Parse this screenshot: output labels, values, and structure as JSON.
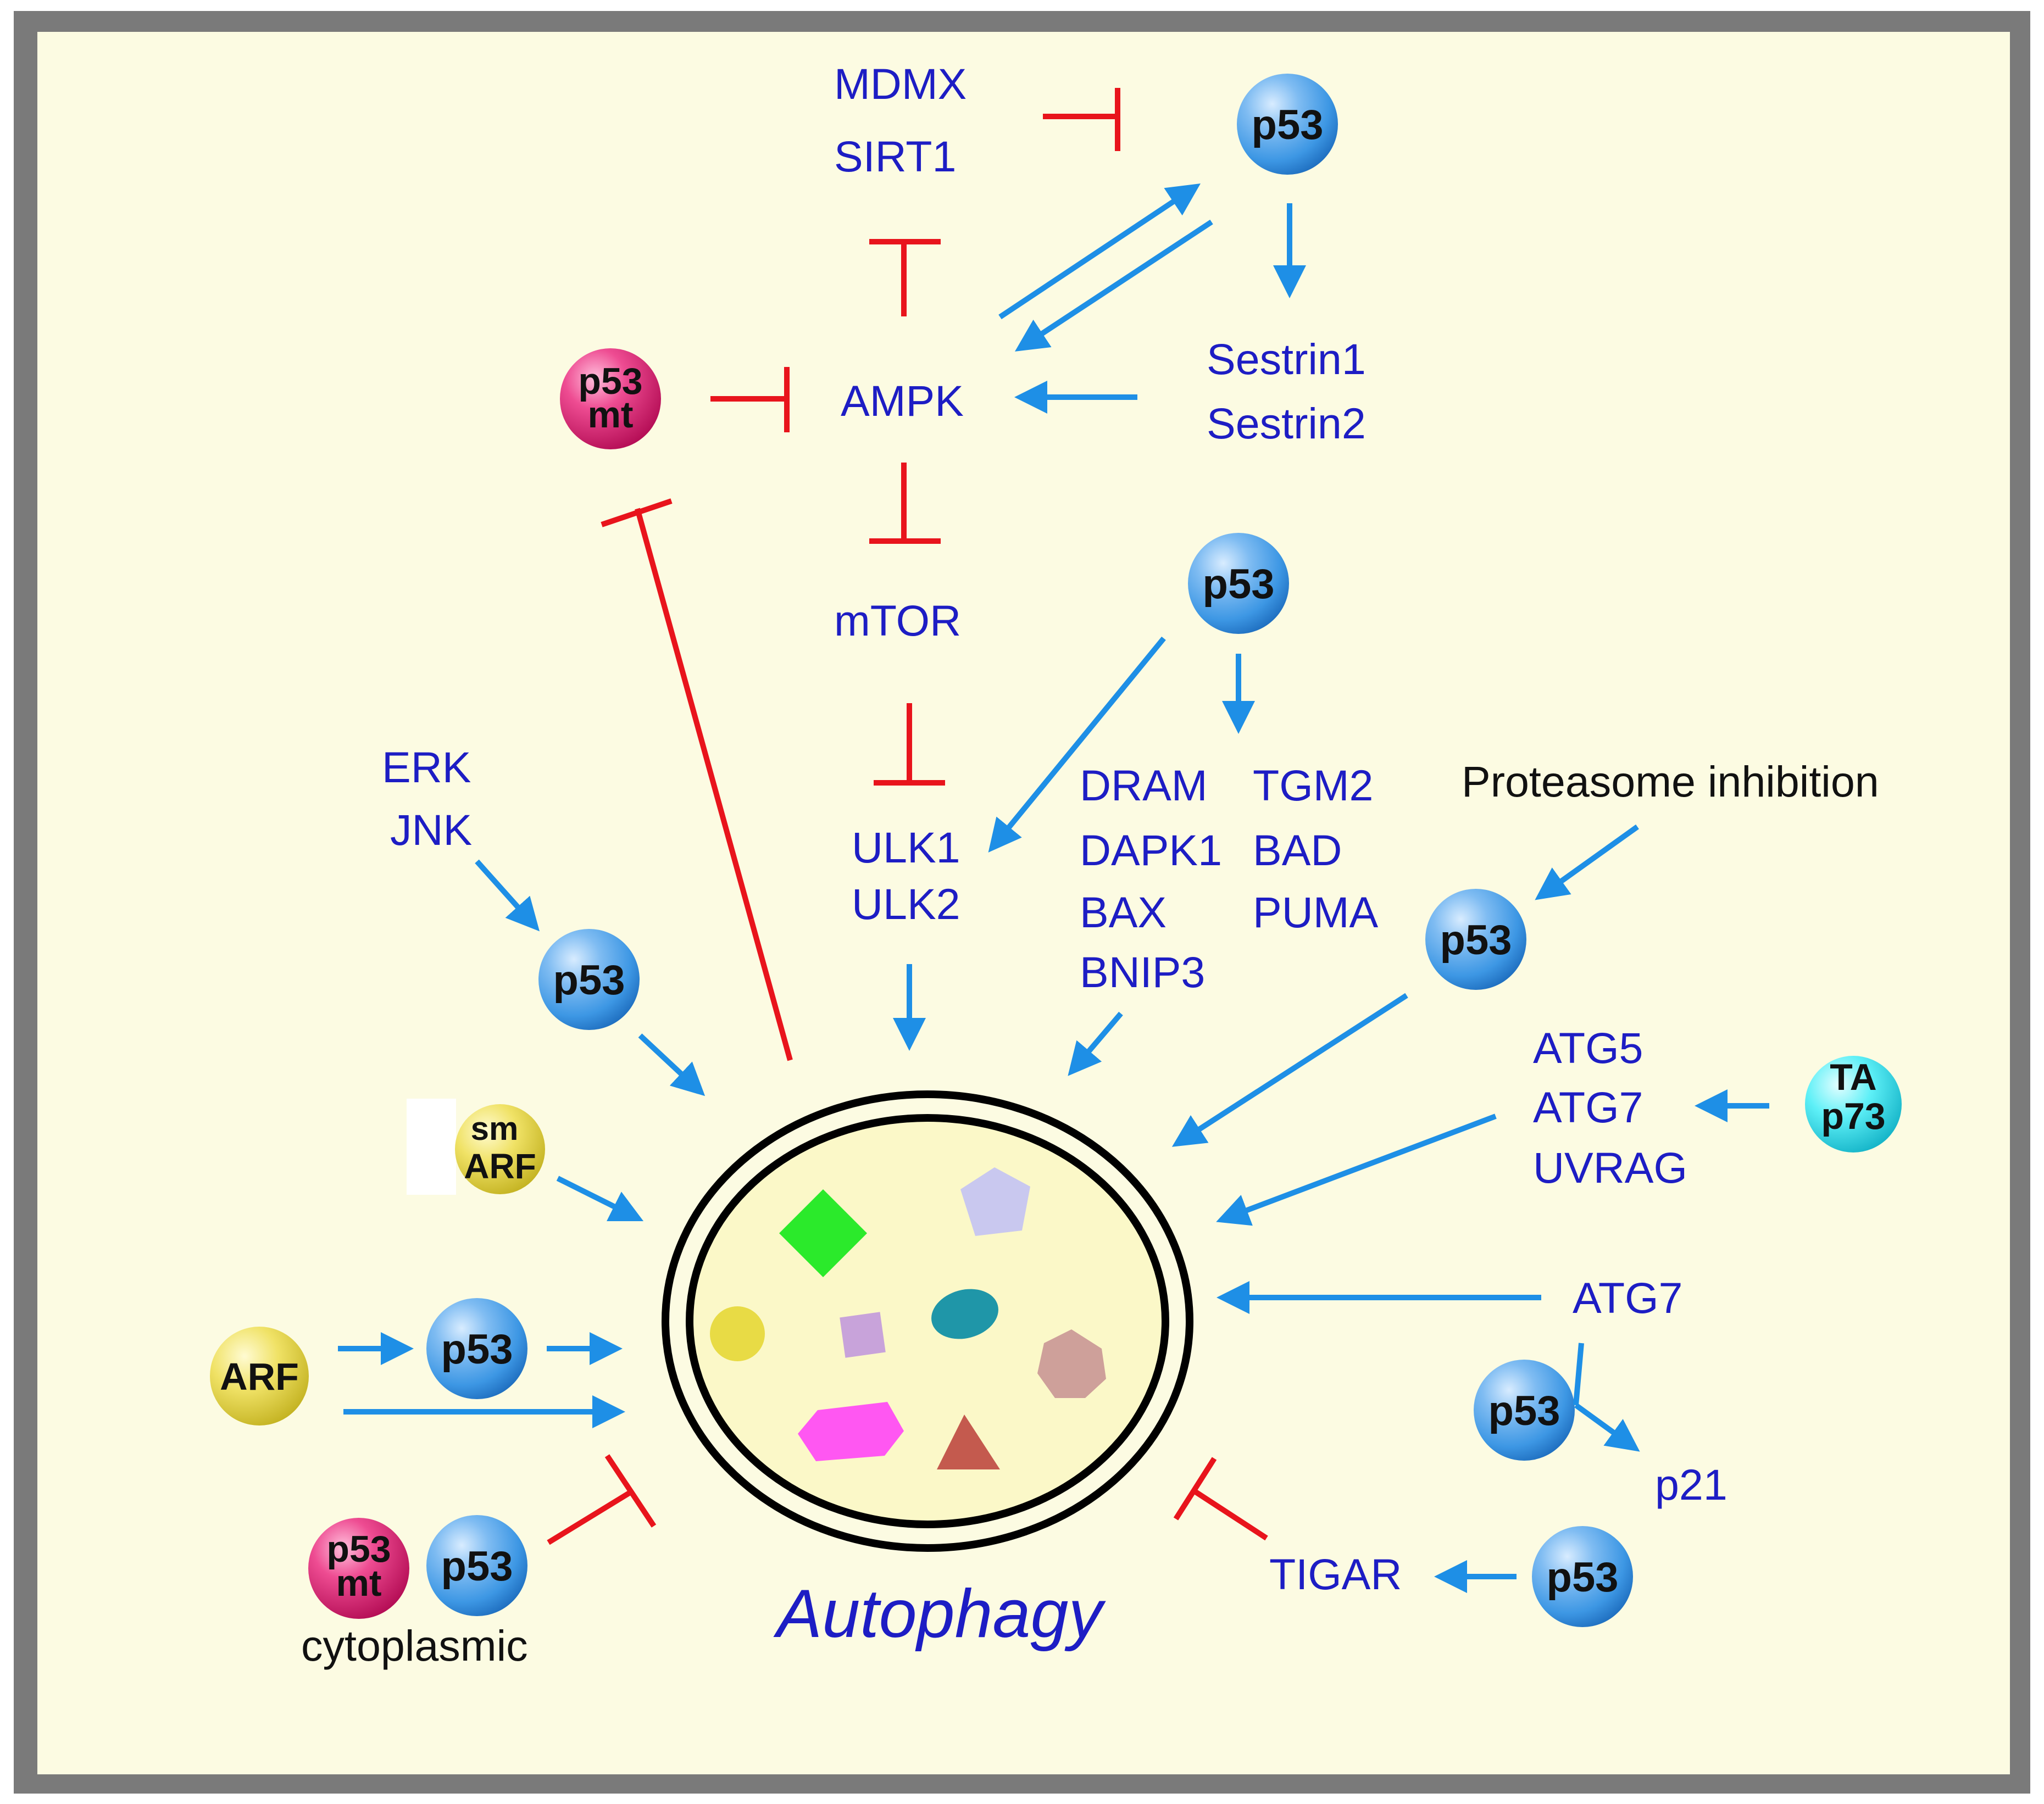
{
  "title": "Autophagy",
  "colors": {
    "frame": "#7a7a7a",
    "background": "#fcfbe2",
    "activation_arrow": "#1e8fe6",
    "inhibition": "#e8141c",
    "label": "#1d1dc4",
    "p53": "#3d97e4",
    "p53_mutant": "#d81666",
    "arf": "#e2d33a",
    "ta_p73": "#26d8e8"
  },
  "labels": {
    "mdmx": "MDMX",
    "sirt1": "SIRT1",
    "ampk": "AMPK",
    "sestrin1": "Sestrin1",
    "sestrin2": "Sestrin2",
    "mtor": "mTOR",
    "erk": "ERK",
    "jnk": "JNK",
    "ulk1": "ULK1",
    "ulk2": "ULK2",
    "dram": "DRAM",
    "dapk1": "DAPK1",
    "bax": "BAX",
    "bnip3": "BNIP3",
    "tgm2": "TGM2",
    "bad": "BAD",
    "puma": "PUMA",
    "proteasome": "Proteasome inhibition",
    "atg5": "ATG5",
    "atg7_a": "ATG7",
    "uvrag": "UVRAG",
    "atg7_b": "ATG7",
    "p21": "p21",
    "tigar": "TIGAR",
    "cytoplasmic": "cytoplasmic"
  },
  "nodes": {
    "p53": "p53",
    "p53mt_line1": "p53",
    "p53mt_line2": "mt",
    "smarf_line1": "sm",
    "smarf_line2": "ARF",
    "arf": "ARF",
    "tap73_line1": "TA",
    "tap73_line2": "p73"
  },
  "cargo_icons": [
    "green-diamond-icon",
    "lavender-pentagon-icon",
    "yellow-circle-icon",
    "lilac-square-icon",
    "teal-ellipse-icon",
    "mauve-heptagon-icon",
    "magenta-hexagon-icon",
    "brown-triangle-icon"
  ]
}
